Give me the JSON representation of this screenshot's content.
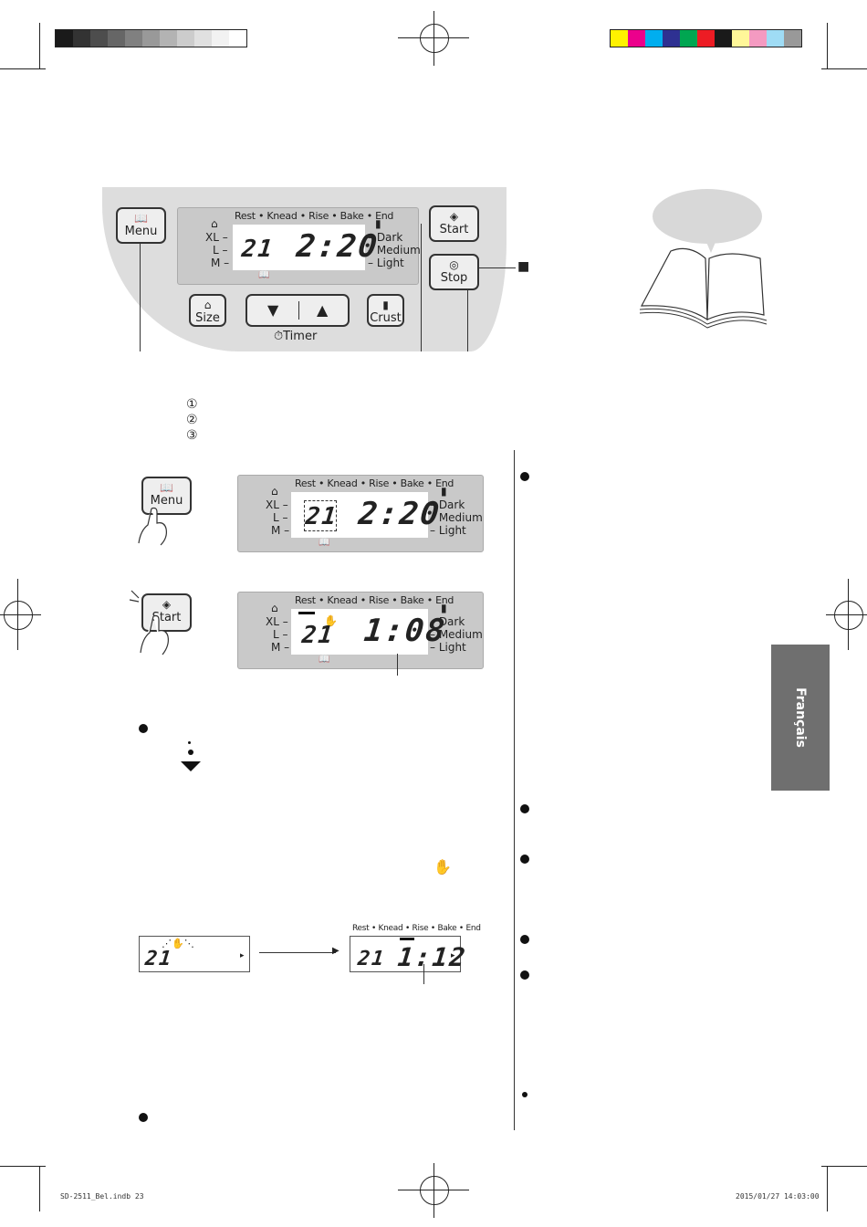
{
  "registration_colors": [
    "#1a1a1a",
    "#333333",
    "#4d4d4d",
    "#666666",
    "#808080",
    "#999999",
    "#b3b3b3",
    "#cccccc",
    "#e0e0e0",
    "#f2f2f2",
    "#ffffff"
  ],
  "process_colors": [
    "#fff200",
    "#ec008c",
    "#00aeef",
    "#2e3192",
    "#00a651",
    "#ed1c24",
    "#1a1a1a",
    "#fff799",
    "#f49ac1",
    "#9fdcf5",
    "#999999"
  ],
  "panel": {
    "menu": "Menu",
    "start": "Start",
    "stop": "Stop",
    "size": "Size",
    "crust": "Crust",
    "timer": "Timer",
    "down_arrow": "▼",
    "up_arrow": "▲",
    "stop_marker": "■",
    "stages": "Rest • Knead • Rise • Bake • End",
    "sizes": [
      "XL –",
      "L –",
      "M –"
    ],
    "crusts": [
      "– Dark",
      "– Medium",
      "– Light"
    ],
    "display_number": "21",
    "display_time": "2:20"
  },
  "steps": [
    "①",
    "②",
    "③"
  ],
  "step1": {
    "button": "Menu",
    "number": "21",
    "time": "2:20",
    "stages": "Rest • Knead • Rise • Bake • End",
    "sizes": [
      "XL –",
      "L –",
      "M –"
    ],
    "crusts": [
      "– Dark",
      "– Medium",
      "– Light"
    ]
  },
  "step2": {
    "button": "Start",
    "number": "21",
    "time": "1:08",
    "stages": "Rest • Knead • Rise • Bake • End",
    "sizes": [
      "XL –",
      "L –",
      "M –"
    ],
    "crusts": [
      "– Dark",
      "– Medium",
      "– Light"
    ]
  },
  "small_display": {
    "left_number": "21",
    "right_number": "21",
    "right_time": "1:12",
    "stages": "Rest • Knead • Rise • Bake • End",
    "play_mark": "▸"
  },
  "side_tab": "Français",
  "footer": {
    "file": "SD-2511_Bel.indb   23",
    "date": "2015/01/27   14:03:00"
  }
}
